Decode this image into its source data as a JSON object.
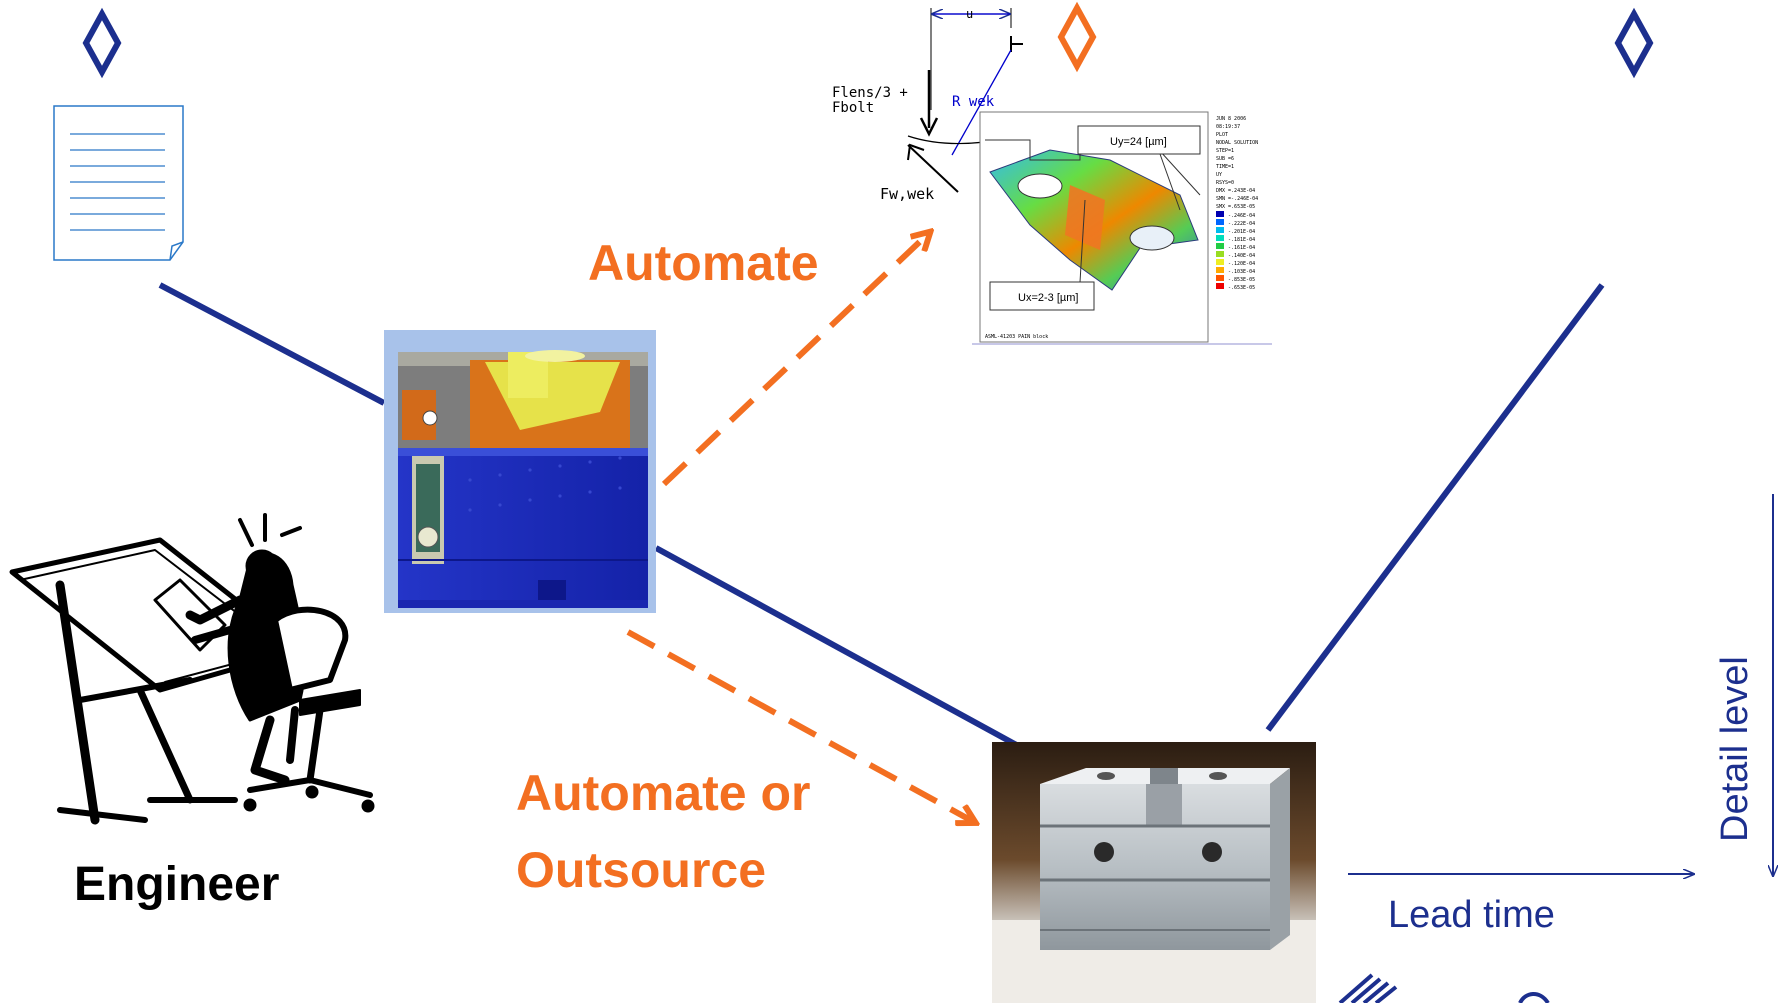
{
  "labels": {
    "engineer": "Engineer",
    "automate": "Automate",
    "automate_or": "Automate or",
    "outsource": "Outsource",
    "lead_time": "Lead time",
    "detail_level": "Detail level"
  },
  "fea": {
    "u": "u",
    "flens_line1": "Flens/3 +",
    "flens_line2": "Fbolt",
    "rwek": "R wek",
    "fwwek": "Fw,wek",
    "uy": "Uy=24 [µm]",
    "ux": "Ux=2-3 [µm]",
    "footer": "ASML-41203 PAIN block",
    "info": [
      "JUN 8 2006",
      "08:19:37",
      "PLOT",
      "NODAL SOLUTION",
      "STEP=1",
      "SUB =6",
      "TIME=1",
      "UY",
      "RSYS=0",
      "DMX =.243E-04",
      "SMN =-.246E-04",
      "SMX =.653E-05"
    ],
    "legend": [
      "-.246E-04",
      "-.222E-04",
      "-.201E-04",
      "-.181E-04",
      "-.161E-04",
      "-.140E-04",
      "-.120E-04",
      "-.103E-04",
      "-.853E-05",
      "-.653E-05"
    ]
  },
  "colors": {
    "navy": "#1c2f8e",
    "orange": "#f36f21",
    "text_blue": "#1c2f8e",
    "black": "#000000"
  },
  "icons": [
    "diamond-icon",
    "document-icon",
    "engineer-at-drafting-table",
    "cad-model-image",
    "fea-simulation-image",
    "machined-part-photo",
    "logo-fragment"
  ]
}
